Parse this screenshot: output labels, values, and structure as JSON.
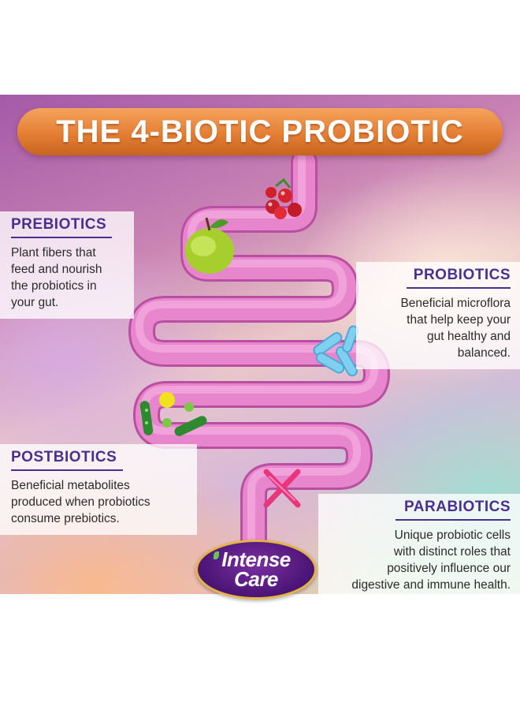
{
  "title": "THE 4-BIOTIC PROBIOTIC",
  "sections": {
    "prebiotics": {
      "heading": "PREBIOTICS",
      "lines": [
        "Plant fibers that",
        "feed and nourish",
        "the probiotics in",
        "your gut."
      ]
    },
    "probiotics": {
      "heading": "PROBIOTICS",
      "lines": [
        "Beneficial microflora",
        "that help keep your",
        "gut healthy and",
        "balanced."
      ]
    },
    "postbiotics": {
      "heading": "POSTBIOTICS",
      "lines": [
        "Beneficial metabolites",
        "produced when probiotics",
        "consume prebiotics."
      ]
    },
    "parabiotics": {
      "heading": "PARABIOTICS",
      "lines": [
        "Unique probiotic cells",
        "with distinct roles that",
        "positively influence our",
        "digestive and immune health."
      ]
    }
  },
  "logo": {
    "line1": "Intense",
    "line2": "Care"
  },
  "colors": {
    "heading": "#4b2f8c",
    "title_pill": "#e47f34",
    "intestine": "#e27cc7",
    "logo_bg": "#4a1475"
  },
  "icons": [
    "apple-icon",
    "cherries-icon",
    "bacteria-icon",
    "microbe-cluster-icon",
    "cross-cell-icon"
  ]
}
